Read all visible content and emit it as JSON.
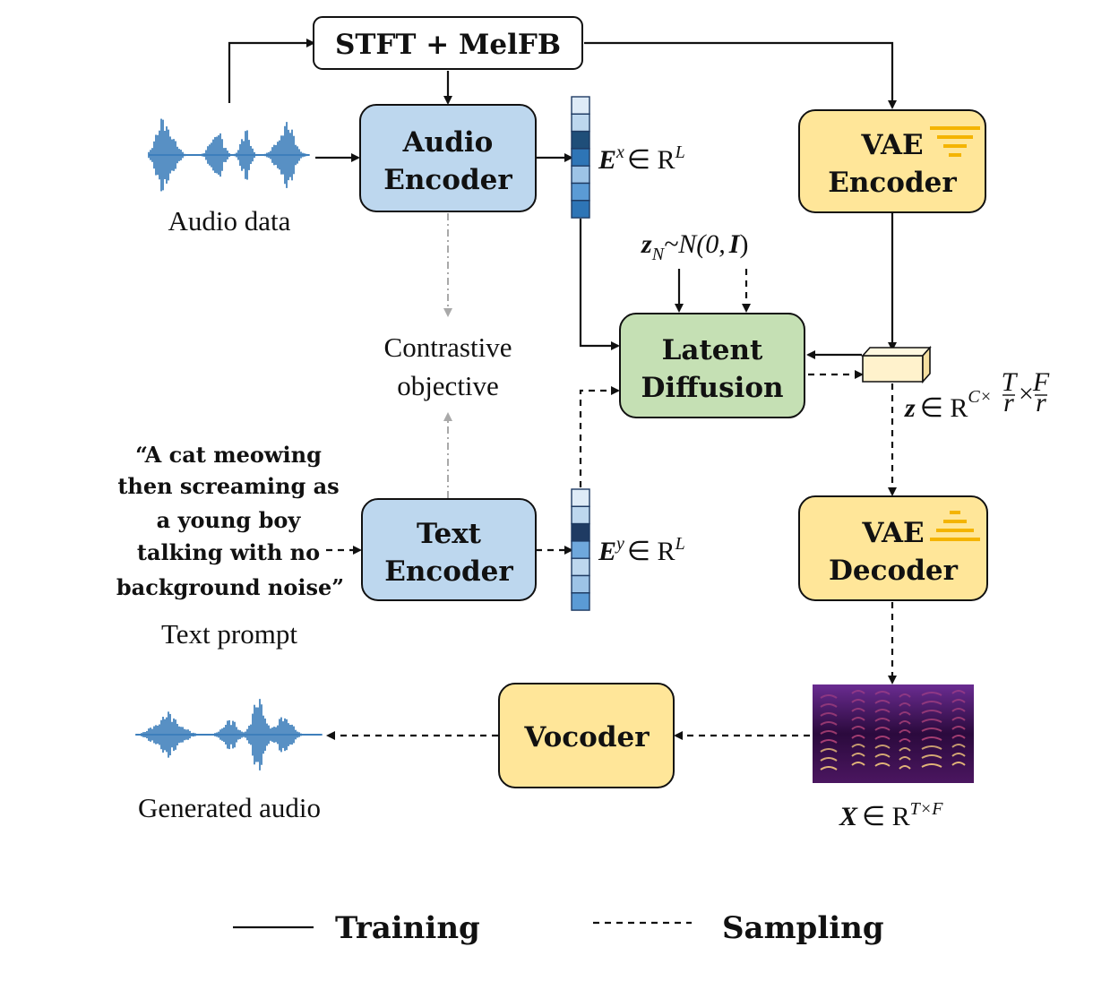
{
  "nodes": {
    "stft": "STFT + MelFB",
    "audio_encoder": [
      "Audio",
      "Encoder"
    ],
    "vae_encoder": [
      "VAE",
      "Encoder"
    ],
    "latent_diffusion": [
      "Latent",
      "Diffusion"
    ],
    "text_encoder": [
      "Text",
      "Encoder"
    ],
    "vae_decoder": [
      "VAE",
      "Decoder"
    ],
    "vocoder": "Vocoder"
  },
  "labels": {
    "audio_data": "Audio data",
    "contrastive": [
      "Contrastive",
      "objective"
    ],
    "text_prompt_quote": [
      "“A cat meowing",
      "then screaming as",
      "a young boy",
      "talking with no",
      "background noise”"
    ],
    "text_prompt": "Text prompt",
    "generated_audio": "Generated audio"
  },
  "math": {
    "ex": {
      "base": "E",
      "sup": "x",
      "rest": "∈ R",
      "sup2": "L"
    },
    "ey": {
      "base": "E",
      "sup": "y",
      "rest": "∈ R",
      "sup2": "L"
    },
    "zn": {
      "base": "z",
      "sub": "N",
      "rest": "~N(0,",
      "bold": "I",
      "close": ")"
    },
    "z": {
      "base": "z",
      "rest": "∈ R",
      "sup": "C×",
      "f1n": "T",
      "f1d": "r",
      "x": "×",
      "f2n": "F",
      "f2d": "r"
    },
    "X": {
      "base": "X",
      "rest": "∈ R",
      "sup": "T×F"
    }
  },
  "legend": {
    "training": "Training",
    "sampling": "Sampling"
  },
  "colors": {
    "encoder_blue": "#bdd7ee",
    "vae_yellow": "#ffe699",
    "diffusion_green": "#c5e0b4",
    "wave_blue": "#2e75b6",
    "accent_yellow": "#f4b400",
    "latent_cube": "#fff2cc"
  }
}
